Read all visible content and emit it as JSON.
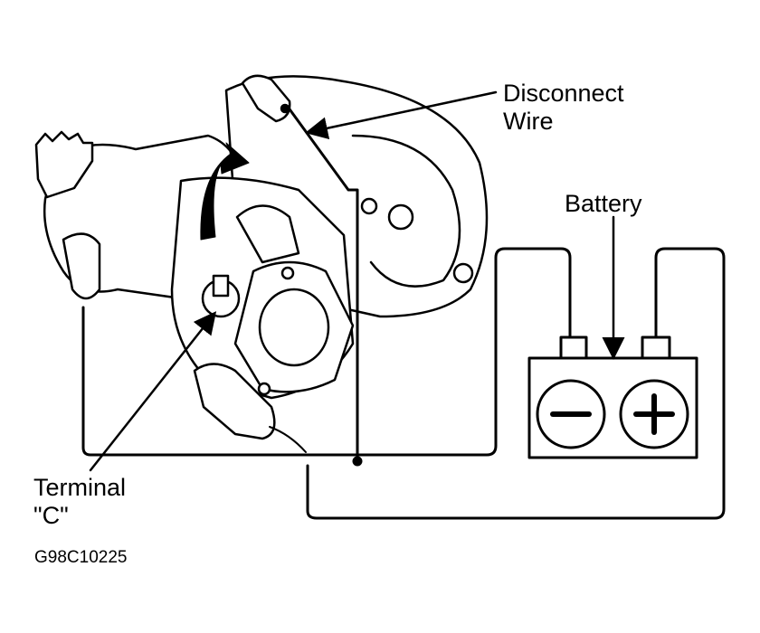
{
  "labels": {
    "disconnect_wire": [
      "Disconnect",
      "Wire"
    ],
    "battery": "Battery",
    "terminal_c": [
      "Terminal",
      "\"C\""
    ],
    "figure_code": "G98C10225"
  },
  "battery_terminals": {
    "negative": "−",
    "positive": "+"
  },
  "colors": {
    "line": "#000000",
    "background": "#ffffff"
  }
}
